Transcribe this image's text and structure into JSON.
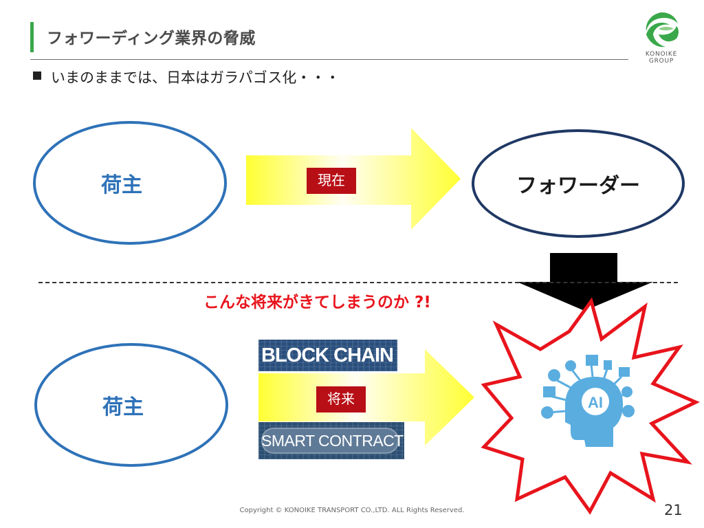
{
  "slide": {
    "title": "フォワーディング業界の脅威",
    "bullet": "いまのままでは、日本はガラパゴス化・・・",
    "footer": "Copyright © KONOIKE TRANSPORT CO.,LTD.  ALL Rights Reserved.",
    "page_number": "21"
  },
  "logo": {
    "line1": "KONOIKE",
    "line2": "GROUP",
    "color": "#3aa84a"
  },
  "diagram": {
    "present": {
      "from_label": "荷主",
      "arrow_tag": "現在",
      "to_label": "フォワーダー"
    },
    "separator_caption": "こんな将来がきてしまうのか ?!",
    "future": {
      "from_label": "荷主",
      "arrow_tag": "将来",
      "tech_labels": [
        "BLOCK CHAIN",
        "SMART CONTRACT"
      ],
      "ai_label": "AI"
    },
    "colors": {
      "shipper_outline": "#2e72b8",
      "forwarder_outline": "#1f3864",
      "tag_fill": "#b80f16",
      "caption_text": "#e8141c",
      "burst_outline": "#e8141c",
      "arrow_fill": "#ffff33",
      "ai_icon_blue": "#5aaddf"
    }
  }
}
